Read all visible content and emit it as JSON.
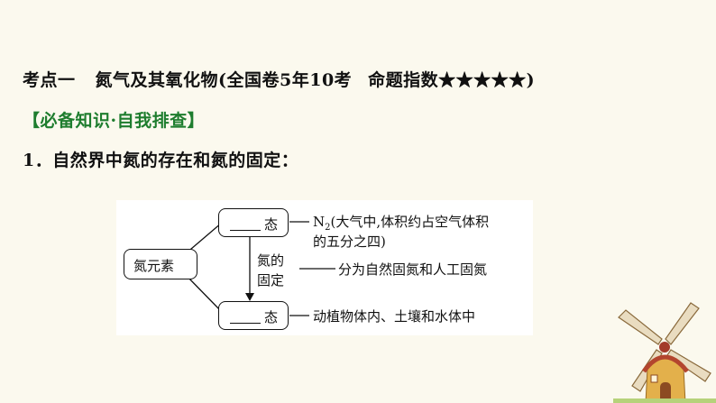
{
  "heading": {
    "part1": "考点一",
    "part2": "氮气及其氧化物(全国卷5年10考",
    "part3": "命题指数★★★★★)"
  },
  "section_title": "【必备知识·自我排查】",
  "item1": "1．自然界中氮的存在和氮的固定：",
  "diagram": {
    "root": "氮元素",
    "state_suffix_1": "态",
    "state_suffix_2": "态",
    "fixation_line1": "氮的",
    "fixation_line2": "固定",
    "note_free_line1_prefix": "N",
    "note_free_sub": "2",
    "note_free_line1_rest": "(大气中,体积约占空气体积",
    "note_free_line2": "的五分之四)",
    "note_fixation": "分为自然固氮和人工固氮",
    "note_combined": "动植物体内、土壤和水体中"
  },
  "colors": {
    "background": "#fbf9ee",
    "section_title": "#1e7d2e",
    "text": "#111111"
  }
}
